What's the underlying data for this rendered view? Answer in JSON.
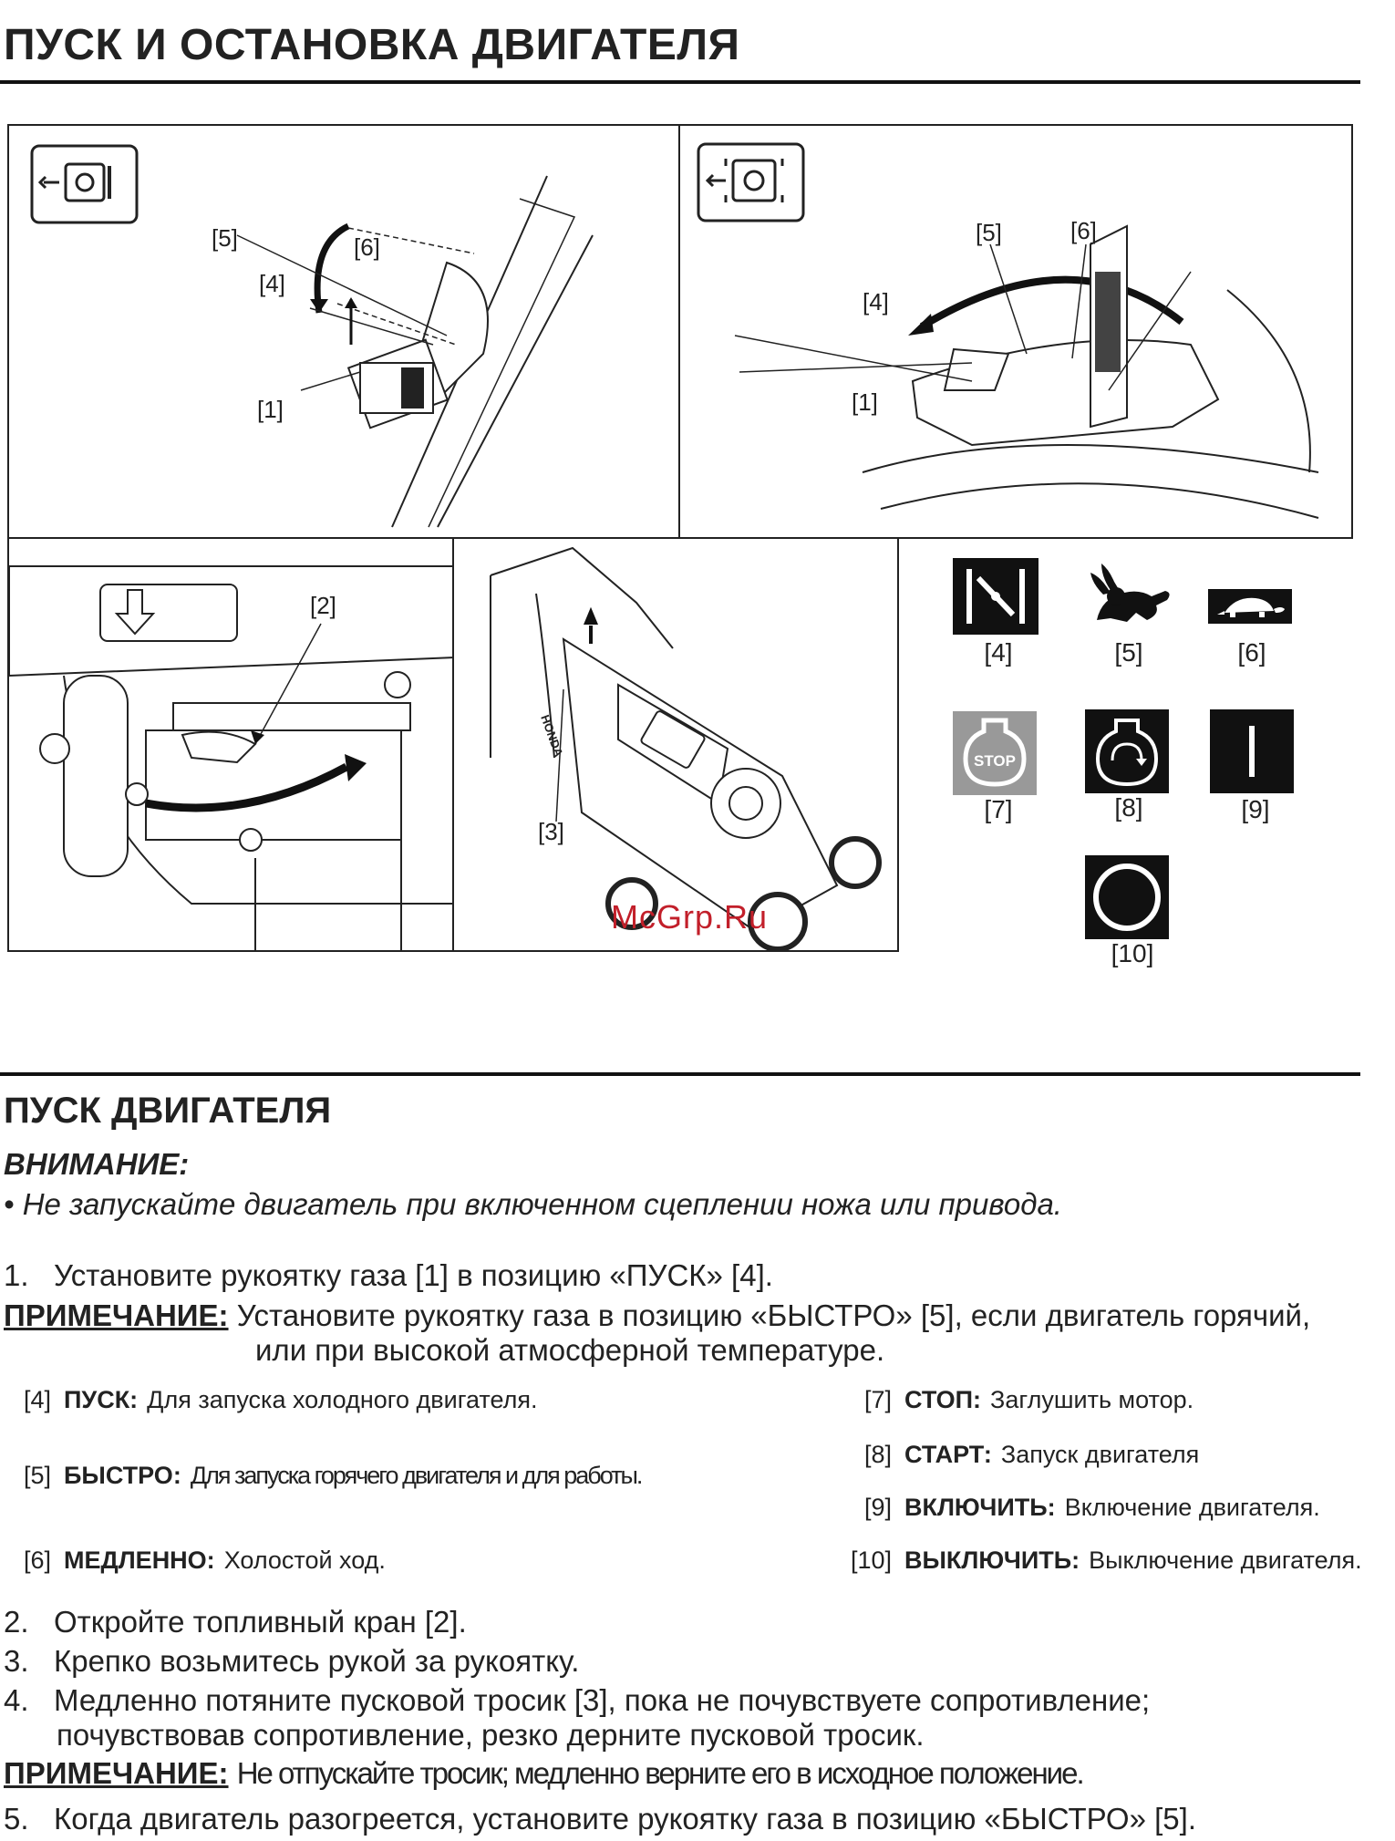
{
  "page": {
    "title": "ПУСК И ОСТАНОВКА ДВИГАТЕЛЯ",
    "watermark": "McGrp.Ru"
  },
  "figures": {
    "panel1": {
      "callouts": [
        "[5]",
        "[6]",
        "[4]",
        "[1]"
      ]
    },
    "panel2": {
      "callouts": [
        "[5]",
        "[6]",
        "[4]",
        "[1]"
      ]
    },
    "panel3": {
      "callouts": [
        "[2]"
      ]
    },
    "panel4": {
      "callouts": [
        "[3]"
      ],
      "brand_text": "HONDA"
    },
    "symbols": [
      {
        "ref": "[4]",
        "icon": "choke-icon"
      },
      {
        "ref": "[5]",
        "icon": "rabbit-fast-icon"
      },
      {
        "ref": "[6]",
        "icon": "turtle-slow-icon"
      },
      {
        "ref": "[7]",
        "icon": "stop-icon",
        "text": "STOP"
      },
      {
        "ref": "[8]",
        "icon": "start-rotation-icon"
      },
      {
        "ref": "[9]",
        "icon": "on-icon"
      },
      {
        "ref": "[10]",
        "icon": "off-icon"
      }
    ]
  },
  "section": {
    "heading": "ПУСК ДВИГАТЕЛЯ",
    "warning_heading": "ВНИМАНИЕ:",
    "warning_item": "•  Не запускайте двигатель при включенном сцеплении ножа или привода.",
    "step1": {
      "num": "1.",
      "text": "Установите рукоятку газа [1] в позицию «ПУСК» [4]."
    },
    "note1": {
      "label": "ПРИМЕЧАНИЕ:",
      "text": "Установите рукоятку газа в позицию «БЫСТРО» [5], если двигатель горячий,",
      "text2": "или при высокой атмосферной температуре."
    },
    "legend_left": [
      {
        "ref": "[4]",
        "term": "ПУСК:",
        "desc": "Для запуска холодного двигателя."
      },
      {
        "ref": "[5]",
        "term": "БЫСТРО:",
        "desc": "Для запуска горячего двигателя и для работы."
      },
      {
        "ref": "[6]",
        "term": "МЕДЛЕННО:",
        "desc": "Холостой ход."
      }
    ],
    "legend_right": [
      {
        "ref": "[7]",
        "term": "СТОП:",
        "desc": "Заглушить мотор."
      },
      {
        "ref": "[8]",
        "term": "СТАРТ:",
        "desc": "Запуск двигателя"
      },
      {
        "ref": "[9]",
        "term": "ВКЛЮЧИТЬ:",
        "desc": "Включение двигателя."
      },
      {
        "ref": "[10]",
        "term": "ВЫКЛЮЧИТЬ:",
        "desc": "Выключение двигателя."
      }
    ],
    "step2": {
      "num": "2.",
      "text": "Откройте топливный кран [2]."
    },
    "step3": {
      "num": "3.",
      "text": "Крепко возьмитесь рукой за рукоятку."
    },
    "step4": {
      "num": "4.",
      "text": "Медленно потяните пусковой тросик [3], пока не почувствуете сопротивление;",
      "text2": "почувствовав сопротивление, резко дерните пусковой тросик."
    },
    "note2": {
      "label": "ПРИМЕЧАНИЕ:",
      "text": "Не отпускайте тросик; медленно верните его в исходное положение."
    },
    "step5": {
      "num": "5.",
      "text": "Когда двигатель разогреется, установите рукоятку газа в позицию «БЫСТРО» [5]."
    }
  }
}
